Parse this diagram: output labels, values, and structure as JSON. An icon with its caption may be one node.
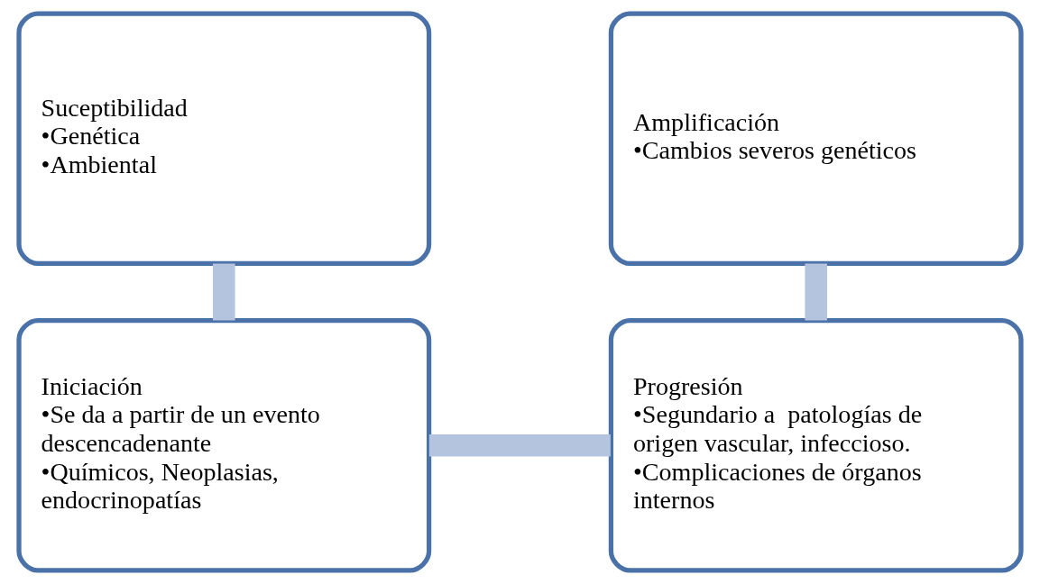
{
  "diagram": {
    "nodes": [
      {
        "text": [
          "Suceptibilidad",
          "•Genética",
          "•Ambiental"
        ]
      },
      {
        "text": [
          "Amplificación",
          "•Cambios severos genéticos"
        ]
      },
      {
        "text": [
          "Iniciación",
          "•Se da a partir de un evento descencadenante",
          "•Químicos, Neoplasias, endocrinopatías"
        ]
      },
      {
        "text": [
          "Progresión",
          "•Segundario a  patologías de origen vascular, infeccioso.",
          "•Complicaciones de órganos internos"
        ]
      }
    ],
    "edges": [
      {
        "from": 0,
        "to": 2,
        "arrow": "none"
      },
      {
        "from": 2,
        "to": 3,
        "arrow": "none"
      },
      {
        "from": 3,
        "to": 1,
        "arrow": "none"
      }
    ]
  }
}
